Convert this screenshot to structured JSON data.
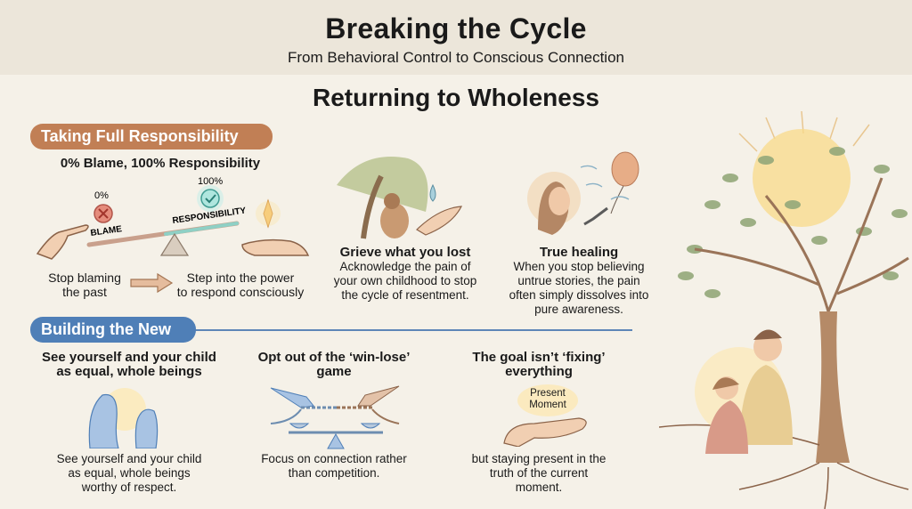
{
  "header": {
    "title": "Breaking the Cycle",
    "subtitle": "From Behavioral Control to Conscious Connection"
  },
  "main_title": "Returning to Wholeness",
  "section1": {
    "pill": "Taking Full Responsibility",
    "subheading": "0% Blame, 100% Responsibility",
    "seesaw": {
      "left_pct": "0%",
      "left_label": "BLAME",
      "right_pct": "100%",
      "right_label": "RESPONSIBILITY"
    },
    "from_text_1": "Stop blaming",
    "from_text_2": "the past",
    "to_text_1": "Step into the power",
    "to_text_2": "to respond consciously",
    "grieve": {
      "title": "Grieve what you lost",
      "line1": "Acknowledge the pain of",
      "line2": "your own childhood to stop",
      "line3": "the cycle of resentment."
    },
    "healing": {
      "title": "True healing",
      "line1": "When you stop believing",
      "line2": "untrue stories, the pain",
      "line3": "often simply dissolves into",
      "line4": "pure awareness."
    }
  },
  "section2": {
    "pill": "Building the New",
    "cards": [
      {
        "title1": "See yourself and your child",
        "title2": "as equal, whole beings",
        "desc1": "See yourself and your child",
        "desc2": "as equal, whole beings",
        "desc3": "worthy of respect."
      },
      {
        "title1": "Opt out of the ‘win-lose’",
        "title2": "game",
        "desc1": "Focus on connection rather",
        "desc2": "than competition."
      },
      {
        "title1": "The goal isn’t ‘fixing’",
        "title2": "everything",
        "badge1": "Present",
        "badge2": "Moment",
        "desc1": "but staying present in the",
        "desc2": "truth of the current",
        "desc3": "moment."
      }
    ]
  },
  "colors": {
    "background": "#f5f1e8",
    "header_band": "#ece6da",
    "brown_accent": "#c17f55",
    "blue_accent": "#4f7fb7"
  }
}
